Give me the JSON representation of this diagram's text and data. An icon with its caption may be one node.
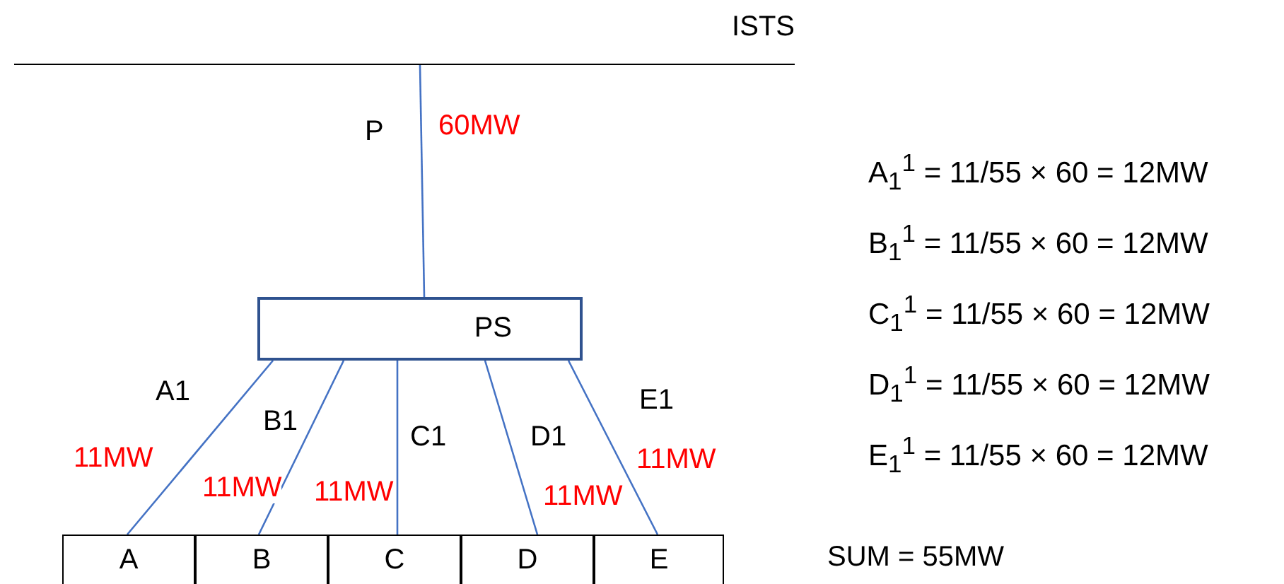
{
  "diagram": {
    "nodes": [
      {
        "text": [
          "ISTS"
        ]
      },
      {
        "text": [
          "PS"
        ]
      },
      {
        "text": [
          "A"
        ]
      },
      {
        "text": [
          "B"
        ]
      },
      {
        "text": [
          "C"
        ]
      },
      {
        "text": [
          "D"
        ]
      },
      {
        "text": [
          "E"
        ]
      }
    ],
    "edges": [
      {
        "from": 0,
        "to": 1,
        "arrow": "none",
        "label": "P"
      },
      {
        "from": 1,
        "to": 2,
        "arrow": "none",
        "label": "A1"
      },
      {
        "from": 1,
        "to": 3,
        "arrow": "none",
        "label": "B1"
      },
      {
        "from": 1,
        "to": 4,
        "arrow": "none",
        "label": "C1"
      },
      {
        "from": 1,
        "to": 5,
        "arrow": "none",
        "label": "D1"
      },
      {
        "from": 1,
        "to": 6,
        "arrow": "none",
        "label": "E1"
      }
    ],
    "labels": [
      "60MW",
      "11MW",
      "11MW",
      "11MW",
      "11MW",
      "11MW",
      "A$_{1}$$^{1}$ = 11/55 × 60 = 12MW",
      "B$_{1}$$^{1}$ = 11/55 × 60 = 12MW",
      "C$_{1}$$^{1}$ = 11/55 × 60 = 12MW",
      "D$_{1}$$^{1}$ = 11/55 × 60 = 12MW",
      "E$_{1}$$^{1}$ = 11/55 × 60 = 12MW",
      "SUM = 55MW"
    ]
  }
}
